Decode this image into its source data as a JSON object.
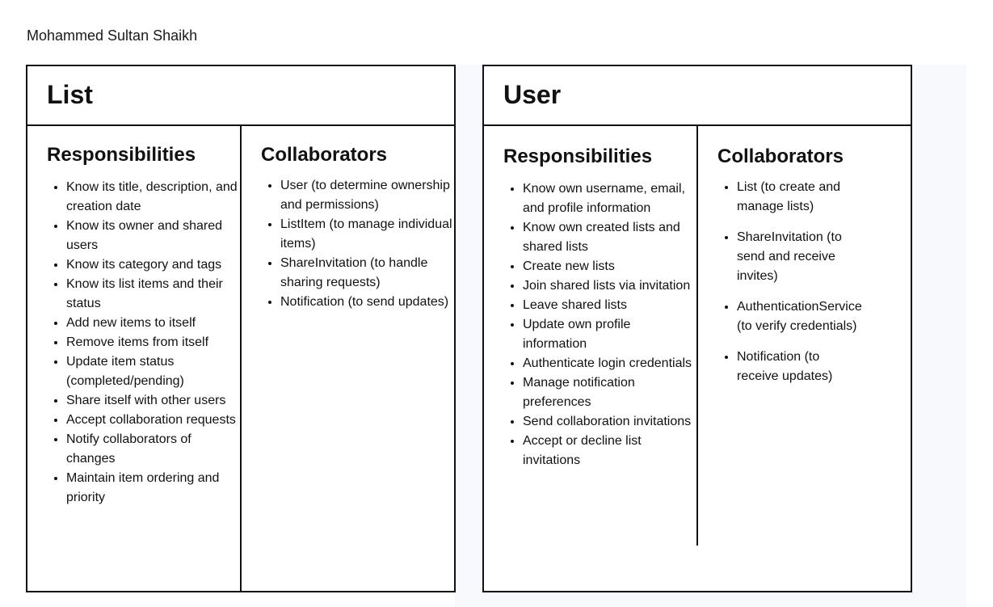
{
  "author": "Mohammed Sultan Shaikh",
  "cards": {
    "list": {
      "title": "List",
      "responsibilities_heading": "Responsibilities",
      "collaborators_heading": "Collaborators",
      "responsibilities": [
        "Know its title, description, and creation date",
        "Know its owner and shared users",
        "Know its category and tags",
        "Know its list items and their status",
        "Add new items to itself",
        "Remove items from itself",
        "Update item status (completed/pending)",
        "Share itself with other users",
        "Accept collaboration requests",
        "Notify collaborators of changes",
        "Maintain item ordering and priority"
      ],
      "collaborators": [
        "User (to determine ownership and permissions)",
        "ListItem (to manage individual items)",
        "ShareInvitation (to handle sharing requests)",
        "Notification (to send updates)"
      ]
    },
    "user": {
      "title": "User",
      "responsibilities_heading": "Responsibilities",
      "collaborators_heading": "Collaborators",
      "responsibilities": [
        "Know own username, email, and profile information",
        "Know own created lists and shared lists",
        "Create new lists",
        "Join shared lists via invitation",
        "Leave shared lists",
        "Update own profile information",
        "Authenticate login credentials",
        "Manage notification preferences",
        "Send collaboration invitations",
        "Accept or decline list invitations"
      ],
      "collaborators": [
        "List (to create and manage lists)",
        "ShareInvitation (to send and receive invites)",
        "AuthenticationService (to verify credentials)",
        "Notification (to receive updates)"
      ]
    }
  }
}
